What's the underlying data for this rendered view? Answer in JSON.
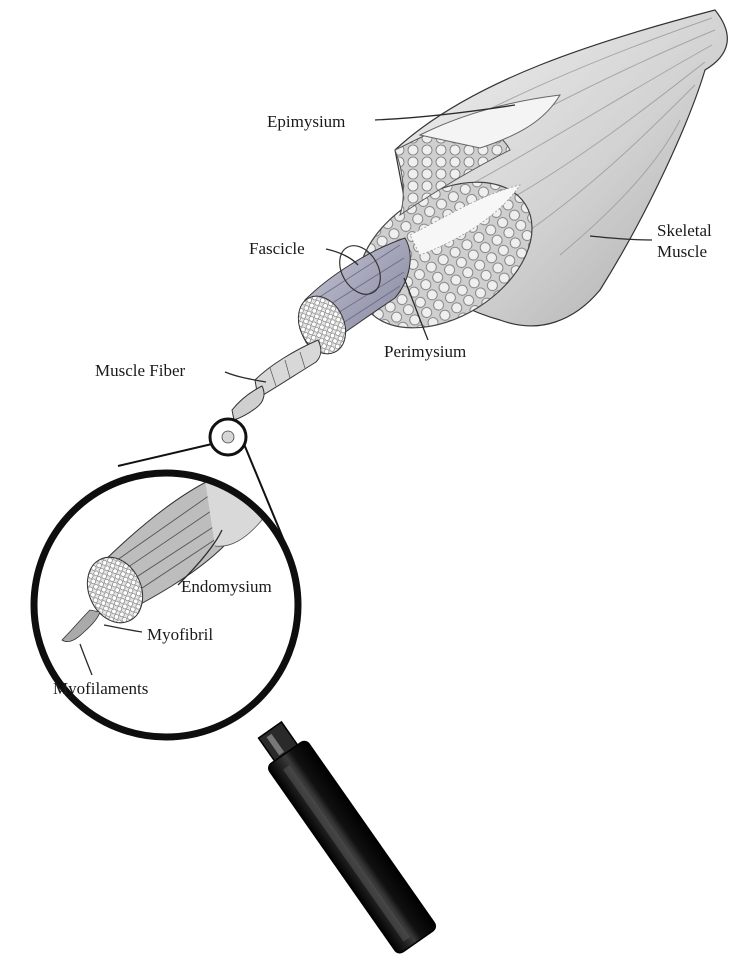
{
  "labels": {
    "epimysium": "Epimysium",
    "skeletal_line1": "Skeletal",
    "skeletal_line2": "Muscle",
    "fascicle": "Fascicle",
    "perimysium": "Perimysium",
    "muscle_fiber": "Muscle Fiber",
    "endomysium": "Endomysium",
    "myofibril": "Myofibril",
    "myofilaments": "Myofilaments"
  },
  "colors": {
    "outline": "#1a1a1a",
    "muscle_light": "#e6e6e6",
    "muscle_mid": "#bdbdbd",
    "muscle_dark": "#8a8a8a",
    "fascicle_purple": "#9a9ab4",
    "handle": "#1b1b1b"
  }
}
